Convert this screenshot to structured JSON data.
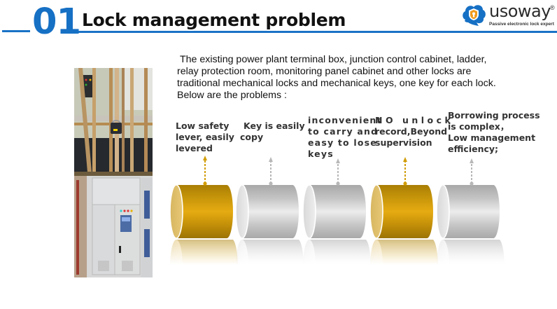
{
  "header": {
    "section_number": "01",
    "title": "Lock management problem"
  },
  "logo": {
    "brand": "usoway",
    "registered": "®",
    "tagline": "Passive electronic lock expert",
    "icon": "cloud-shield-keyhole-icon",
    "colors": {
      "primary": "#1670c4",
      "accent": "#f29b1e"
    }
  },
  "intro": {
    "lines": [
      "The existing power plant terminal box, junction control cabinet, ladder,",
      "relay protection room, monitoring panel cabinet and other locks are",
      "traditional mechanical locks and mechanical keys, one key for each lock.",
      "Below are the problems :"
    ]
  },
  "photos": [
    {
      "name": "padlocked-ladder-gate-photo",
      "subject": "padlocked ladder gate"
    },
    {
      "name": "control-cabinet-photo",
      "subject": "control cabinet"
    }
  ],
  "problems": [
    {
      "lines": [
        "Low safety",
        "lever, easily",
        "levered"
      ],
      "color": "gold"
    },
    {
      "lines": [
        "Key is easily",
        "copy"
      ],
      "color": "silver"
    },
    {
      "lines": [
        "inconvenient",
        "to carry and",
        "easy to lose",
        "keys"
      ],
      "color": "silver"
    },
    {
      "lines": [
        "NO unlock",
        "record,Beyond",
        "supervision"
      ],
      "color": "gold"
    },
    {
      "lines": [
        "Borrowing process",
        "is complex，",
        "Low management",
        "efficiency;"
      ],
      "color": "silver"
    }
  ],
  "palette": {
    "blue": "#1670c4",
    "gold": "#d9a20a",
    "silver": "#c8c8c8"
  }
}
